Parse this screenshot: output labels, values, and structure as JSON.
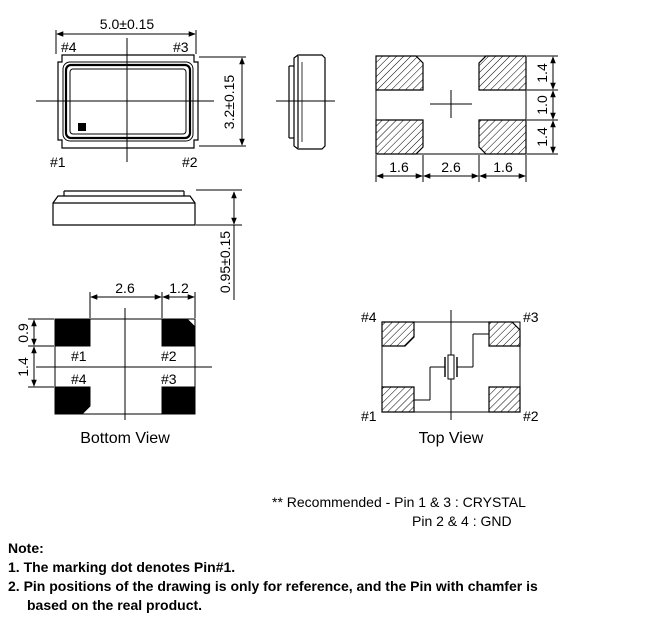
{
  "dims": {
    "length": "5.0±0.15",
    "width": "3.2±0.15",
    "height": "0.95±0.15",
    "pad_pitch_right": "1.4",
    "pad_gap_right": "1.0",
    "pad_pitch_right2": "1.4",
    "pad_w_left": "1.6",
    "pad_gap": "2.6",
    "pad_w_right": "1.6",
    "bottom_gap": "2.6",
    "bottom_pad": "1.2",
    "bottom_09": "0.9",
    "bottom_14": "1.4"
  },
  "pins": {
    "p1": "#1",
    "p2": "#2",
    "p3": "#3",
    "p4": "#4"
  },
  "captions": {
    "bottom": "Bottom View",
    "top": "Top View"
  },
  "recommended": {
    "line1": "** Recommended - Pin 1 & 3 : CRYSTAL",
    "line2": "Pin 2 & 4 : GND"
  },
  "notes": {
    "title": "Note:",
    "n1": "1. The marking dot denotes Pin#1.",
    "n2a": "2. Pin positions of the drawing is only for reference, and the Pin with chamfer is",
    "n2b": "based on the real product."
  }
}
